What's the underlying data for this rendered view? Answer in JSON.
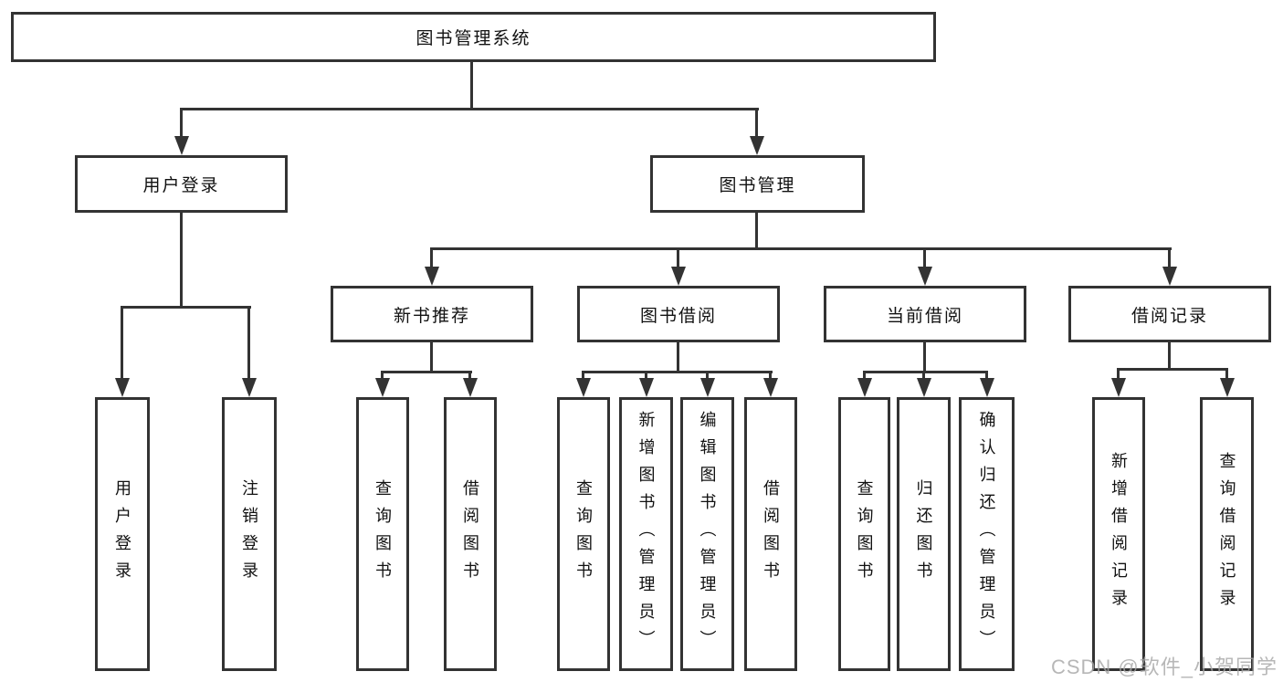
{
  "diagram": {
    "type": "hierarchy-tree",
    "colors": {
      "line": "#333333",
      "text": "#111111",
      "background": "#ffffff",
      "watermark": "#a5a5a5"
    },
    "tree": {
      "root": "图书管理系统",
      "branches": [
        {
          "label": "用户登录",
          "children": [
            {
              "label": "用户登录"
            },
            {
              "label": "注销登录"
            }
          ]
        },
        {
          "label": "图书管理",
          "children": [
            {
              "label": "新书推荐",
              "children": [
                {
                  "label": "查询图书"
                },
                {
                  "label": "借阅图书"
                }
              ]
            },
            {
              "label": "图书借阅",
              "children": [
                {
                  "label": "查询图书"
                },
                {
                  "label": "新增图书（管理员）"
                },
                {
                  "label": "编辑图书（管理员）"
                },
                {
                  "label": "借阅图书"
                }
              ]
            },
            {
              "label": "当前借阅",
              "children": [
                {
                  "label": "查询图书"
                },
                {
                  "label": "归还图书"
                },
                {
                  "label": "确认归还（管理员）"
                }
              ]
            },
            {
              "label": "借阅记录",
              "children": [
                {
                  "label": "新增借阅记录"
                },
                {
                  "label": "查询借阅记录"
                }
              ]
            }
          ]
        }
      ]
    },
    "watermark": {
      "text": "CSDN @软件_小贺同学"
    }
  }
}
